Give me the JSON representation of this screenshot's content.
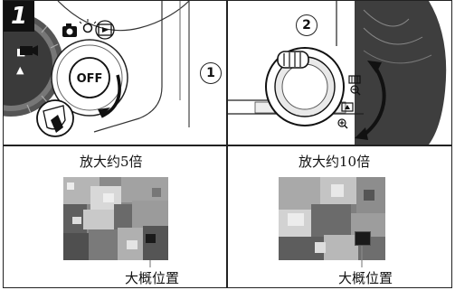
{
  "step": {
    "number": "1"
  },
  "top_left": {
    "circle_label": "1",
    "mode_off_label": "OFF"
  },
  "top_right": {
    "circle_label": "2"
  },
  "bottom_left": {
    "caption": "放大约5倍",
    "position_label": "大概位置"
  },
  "bottom_right": {
    "caption": "放大约10倍",
    "position_label": "大概位置"
  }
}
